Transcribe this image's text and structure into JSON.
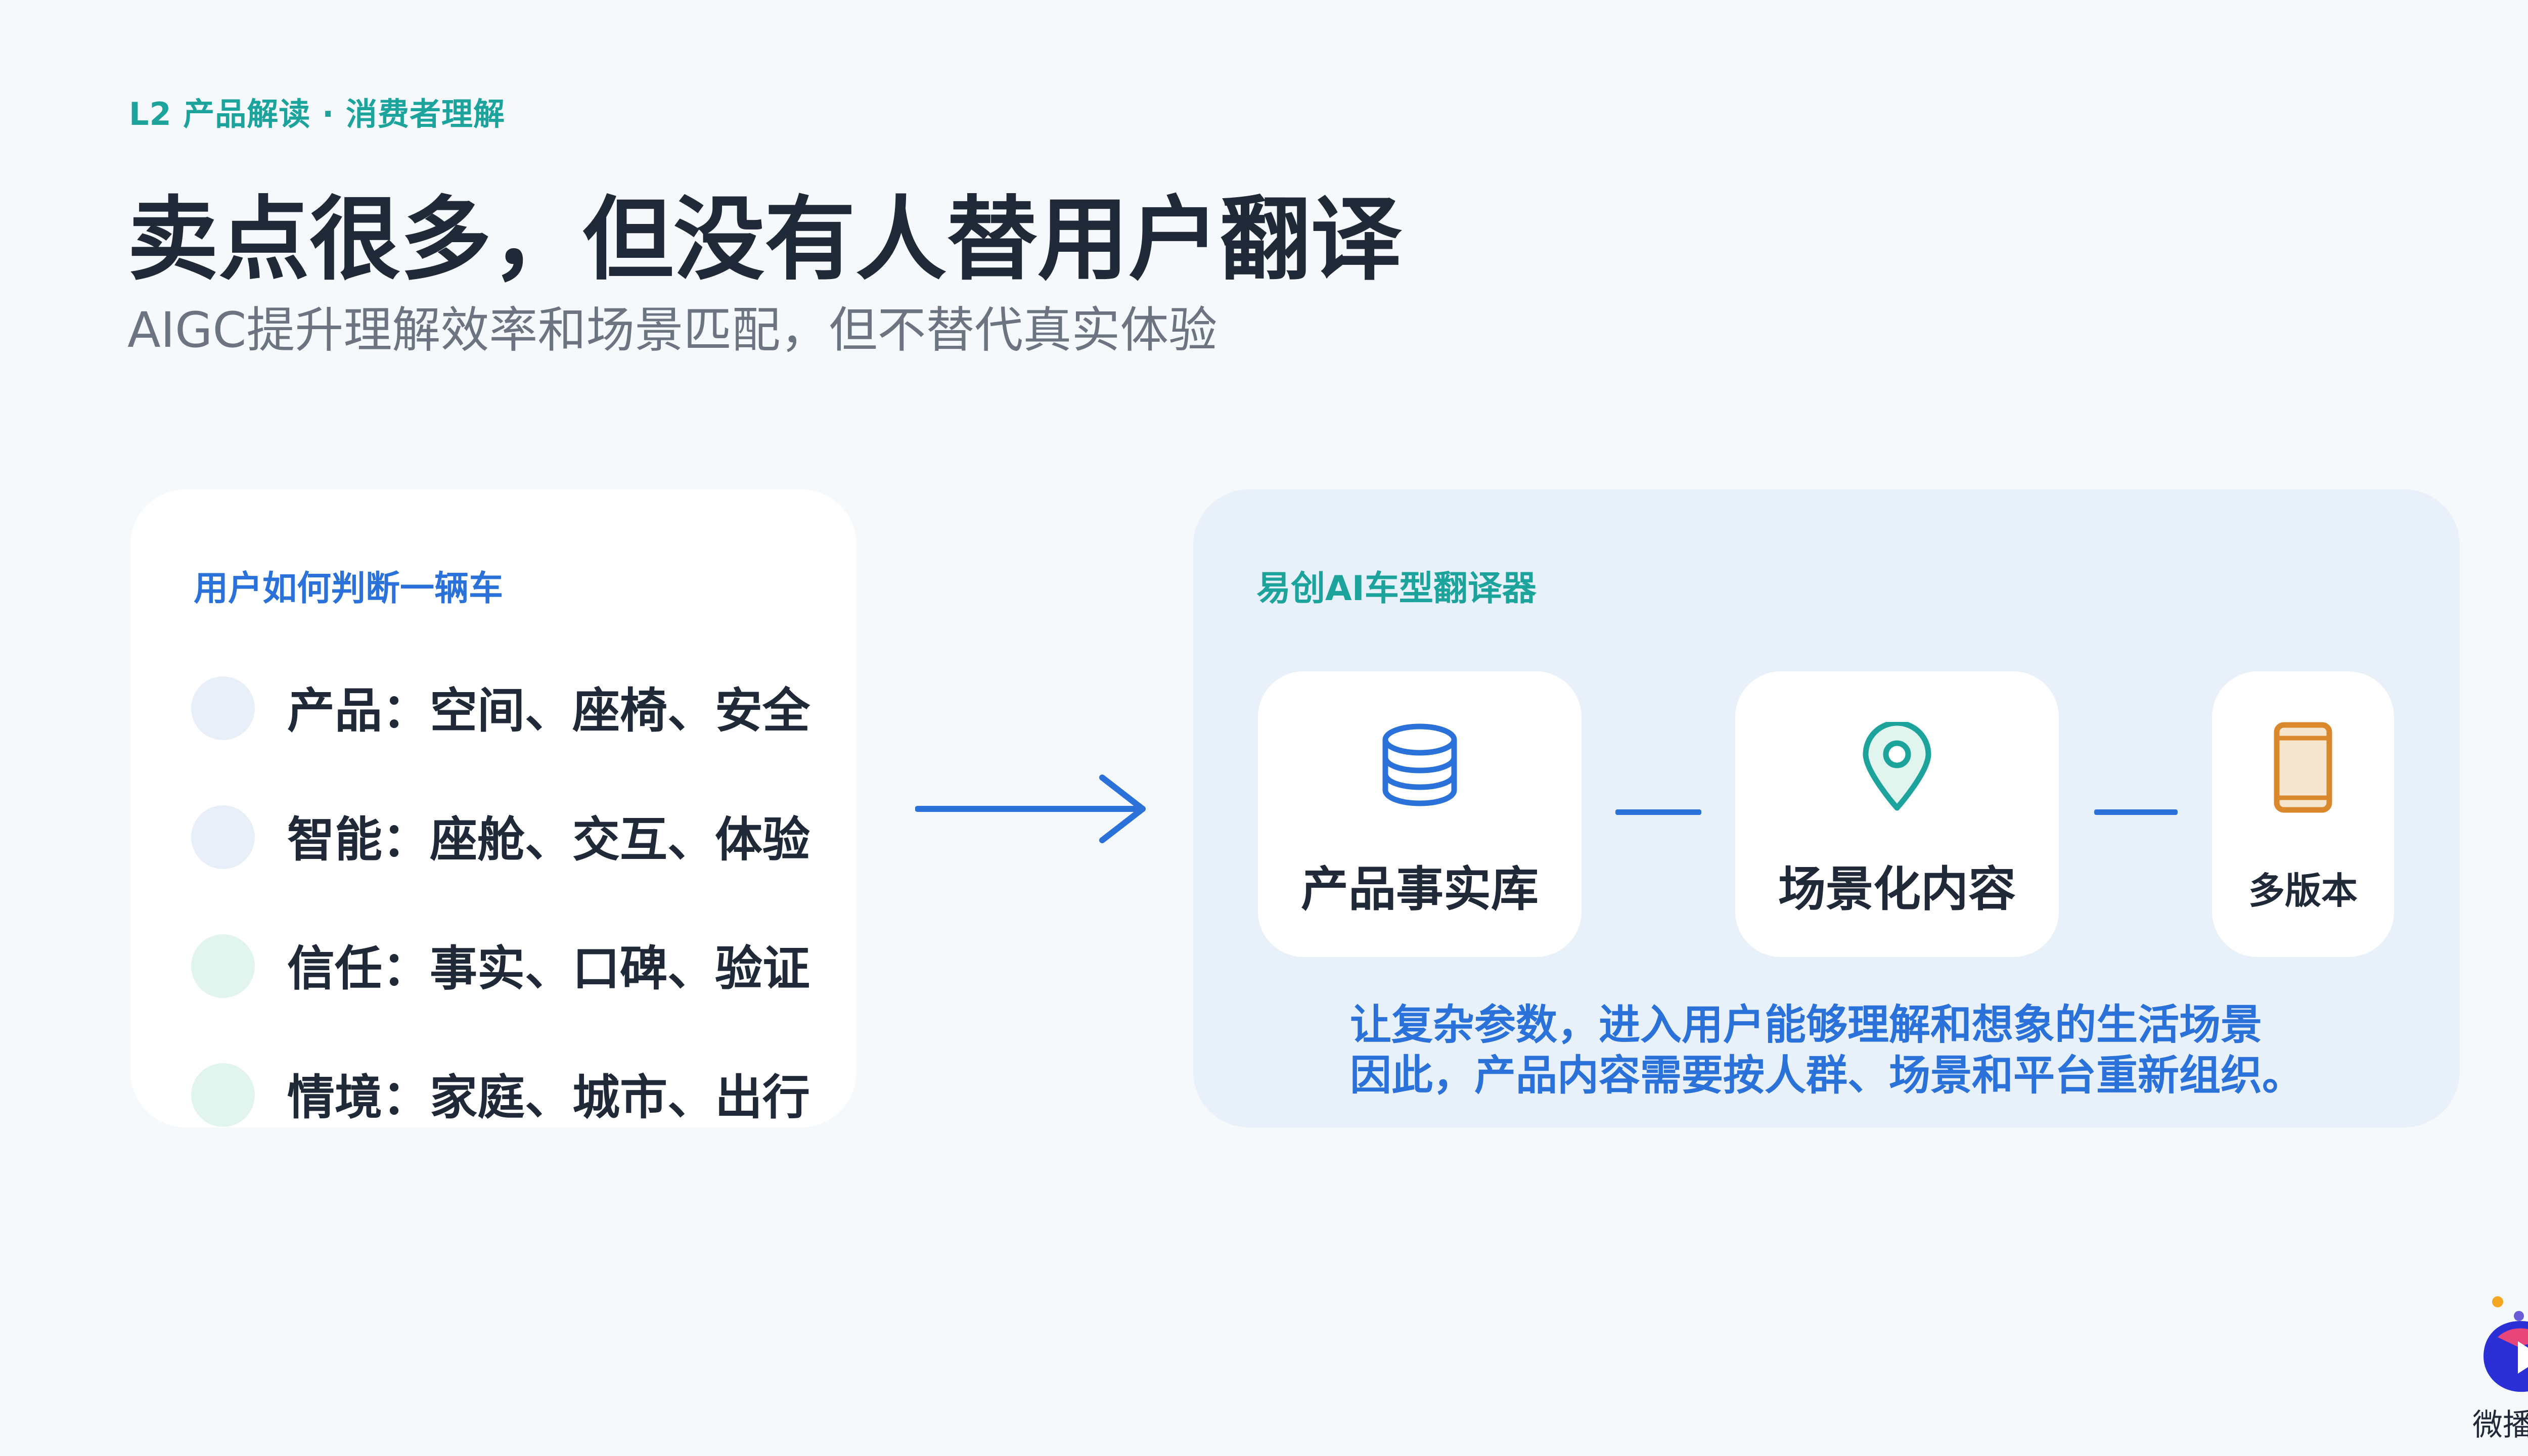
{
  "kicker": "L2 产品解读 · 消费者理解",
  "title": "卖点很多，但没有人替用户翻译",
  "subtitle": "AIGC提升理解效率和场景匹配，但不替代真实体验",
  "left_card": {
    "heading": "用户如何判断一辆车",
    "items": [
      {
        "text": "产品：空间、座椅、安全",
        "dot_color": "#E9EFF8"
      },
      {
        "text": "智能：座舱、交互、体验",
        "dot_color": "#E9EFF8"
      },
      {
        "text": "信任：事实、口碑、验证",
        "dot_color": "#E1F5EE"
      },
      {
        "text": "情境：家庭、城市、出行",
        "dot_color": "#E1F5EE"
      }
    ]
  },
  "arrow_icon": "arrow-right-icon",
  "right_panel": {
    "heading": "易创AI车型翻译器",
    "steps": [
      {
        "label": "产品事实库",
        "icon": "database-icon",
        "icon_color": "#2A72DA"
      },
      {
        "label": "场景化内容",
        "icon": "location-pin-icon",
        "icon_color": "#1BA39C"
      },
      {
        "label": "多版本",
        "icon": "mobile-phone-icon",
        "icon_color": "#D9892B"
      }
    ],
    "note_line1": "让复杂参数，进入用户能够理解和想象的生活场景",
    "note_line2": "因此，产品内容需要按人群、场景和平台重新组织。"
  },
  "logo": {
    "brand": "微播易",
    "icon": "play-logo-icon"
  },
  "colors": {
    "background": "#F6F9FC",
    "accent_blue": "#2A72DA",
    "accent_teal": "#1BA39C",
    "title": "#1F2937",
    "subtitle": "#6B7480",
    "panel_bg": "#E8F0FA"
  }
}
